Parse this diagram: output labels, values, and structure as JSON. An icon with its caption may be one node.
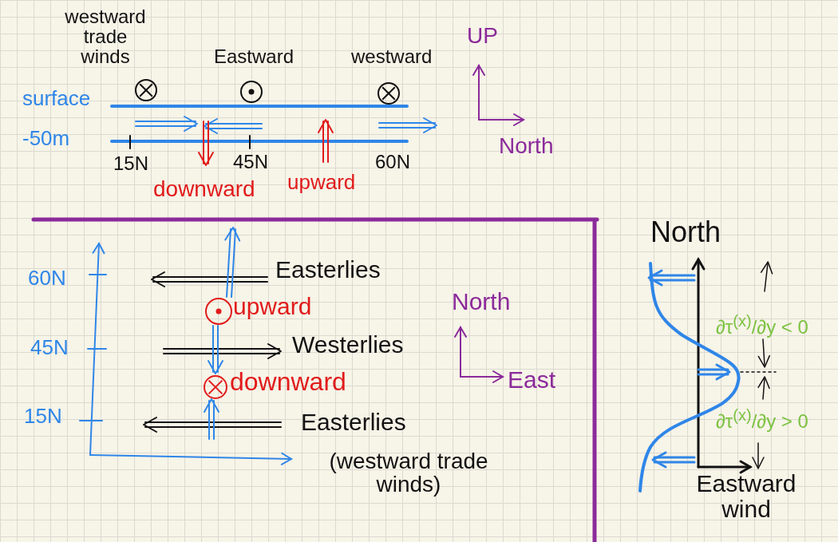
{
  "diagram": {
    "labels": [
      "westward trade winds",
      "Eastward",
      "westward",
      "surface",
      "-50m",
      "15N",
      "45N",
      "60N",
      "downward",
      "upward",
      "UP",
      "North",
      "North",
      "60N",
      "Easterlies",
      "upward",
      "North",
      "45N",
      "Westerlies",
      "downward",
      "East",
      "∂τ$^{(x)}$/∂y < 0",
      "15N",
      "Easterlies",
      "(westward trade winds)",
      "∂τ$^{(x)}$/∂y > 0",
      "Eastward wind"
    ]
  }
}
